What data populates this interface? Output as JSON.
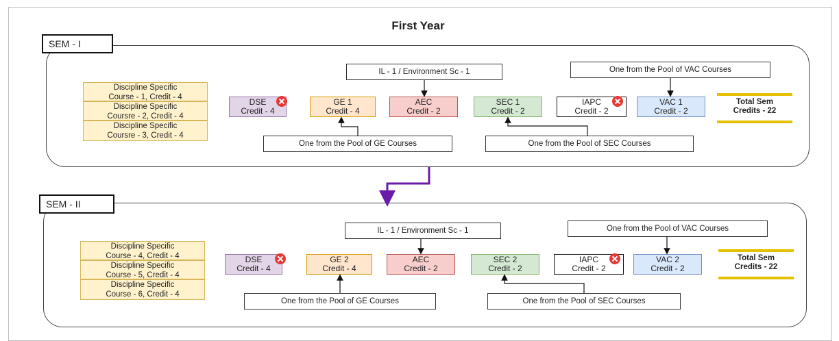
{
  "title": "First Year",
  "colors": {
    "dse": "#e1d5e7",
    "ge": "#ffe6cc",
    "aec": "#f8cecc",
    "sec": "#d5e8d4",
    "iapc": "#ffffff",
    "vac": "#dae8fc",
    "dsc": "#fff2cc",
    "total_bar": "#e5c000",
    "flow_arrow": "#6a1ba8"
  },
  "semesters": [
    {
      "label": "SEM - I",
      "dsc": [
        {
          "line1": "Discipline Specific",
          "line2": "Course - 1, Credit - 4"
        },
        {
          "line1": "Discipline Specific",
          "line2": "Coursre - 2, Credit - 4"
        },
        {
          "line1": "Discipline Specific",
          "line2": "Coursre - 3, Credit - 4"
        }
      ],
      "courses": [
        {
          "name": "DSE",
          "credit": "Credit - 4",
          "icon": "red-x-icon"
        },
        {
          "name": "GE 1",
          "credit": "Credit - 4"
        },
        {
          "name": "AEC",
          "credit": "Credit - 2"
        },
        {
          "name": "SEC 1",
          "credit": "Credit - 2"
        },
        {
          "name": "IAPC",
          "credit": "Credit - 2",
          "icon": "red-x-icon"
        },
        {
          "name": "VAC 1",
          "credit": "Credit - 2"
        }
      ],
      "notes": {
        "il": "IL - 1 / Environment Sc - 1",
        "vac": "One from the Pool of VAC Courses",
        "ge": "One from the Pool of GE Courses",
        "sec": "One from the Pool of SEC Courses"
      },
      "total": {
        "line1": "Total Sem",
        "line2": "Credits - 22"
      }
    },
    {
      "label": "SEM - II",
      "dsc": [
        {
          "line1": "Discipline Specific",
          "line2": "Course - 4, Credit - 4"
        },
        {
          "line1": "Discipline Specific",
          "line2": "Course - 5, Credit - 4"
        },
        {
          "line1": "Discipline Specific",
          "line2": "Course - 6, Credit - 4"
        }
      ],
      "courses": [
        {
          "name": "DSE",
          "credit": "Credit - 4",
          "icon": "red-x-icon"
        },
        {
          "name": "GE 2",
          "credit": "Credit - 4"
        },
        {
          "name": "AEC",
          "credit": "Credit - 2"
        },
        {
          "name": "SEC 2",
          "credit": "Credit - 2"
        },
        {
          "name": "IAPC",
          "credit": "Credit - 2",
          "icon": "red-x-icon"
        },
        {
          "name": "VAC 2",
          "credit": "Credit - 2"
        }
      ],
      "notes": {
        "il": "IL - 1 / Environment Sc - 1",
        "vac": "One from the Pool of VAC Courses",
        "ge": "One from the Pool of GE Courses",
        "sec": "One from the Pool of SEC Courses"
      },
      "total": {
        "line1": "Total Sem",
        "line2": "Credits - 22"
      }
    }
  ]
}
